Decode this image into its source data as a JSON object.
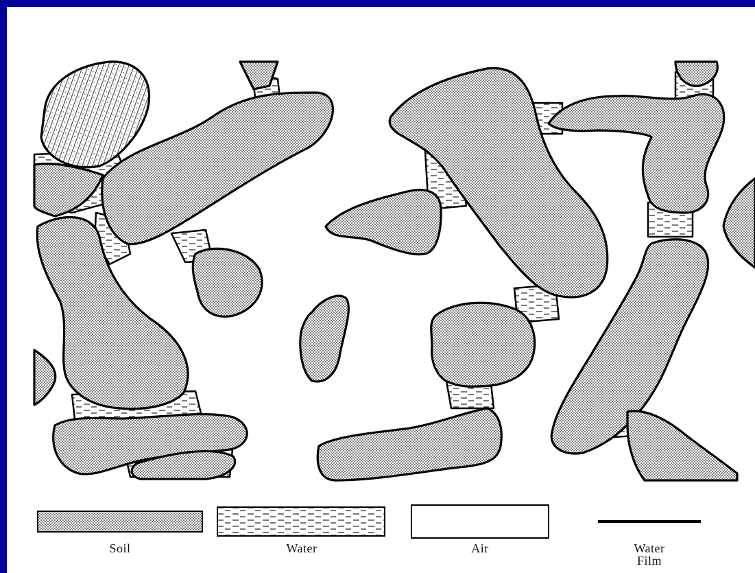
{
  "colors": {
    "frame": "#000099",
    "panel": "#ffffff",
    "outline": "#000000",
    "soil_fill": "#c6c6c6",
    "water_fill": "#efefef"
  },
  "legend": [
    {
      "key": "soil",
      "label": "Soil"
    },
    {
      "key": "water",
      "label": "Water"
    },
    {
      "key": "air",
      "label": "Air"
    },
    {
      "key": "film",
      "label": "Water\nFilm"
    }
  ]
}
